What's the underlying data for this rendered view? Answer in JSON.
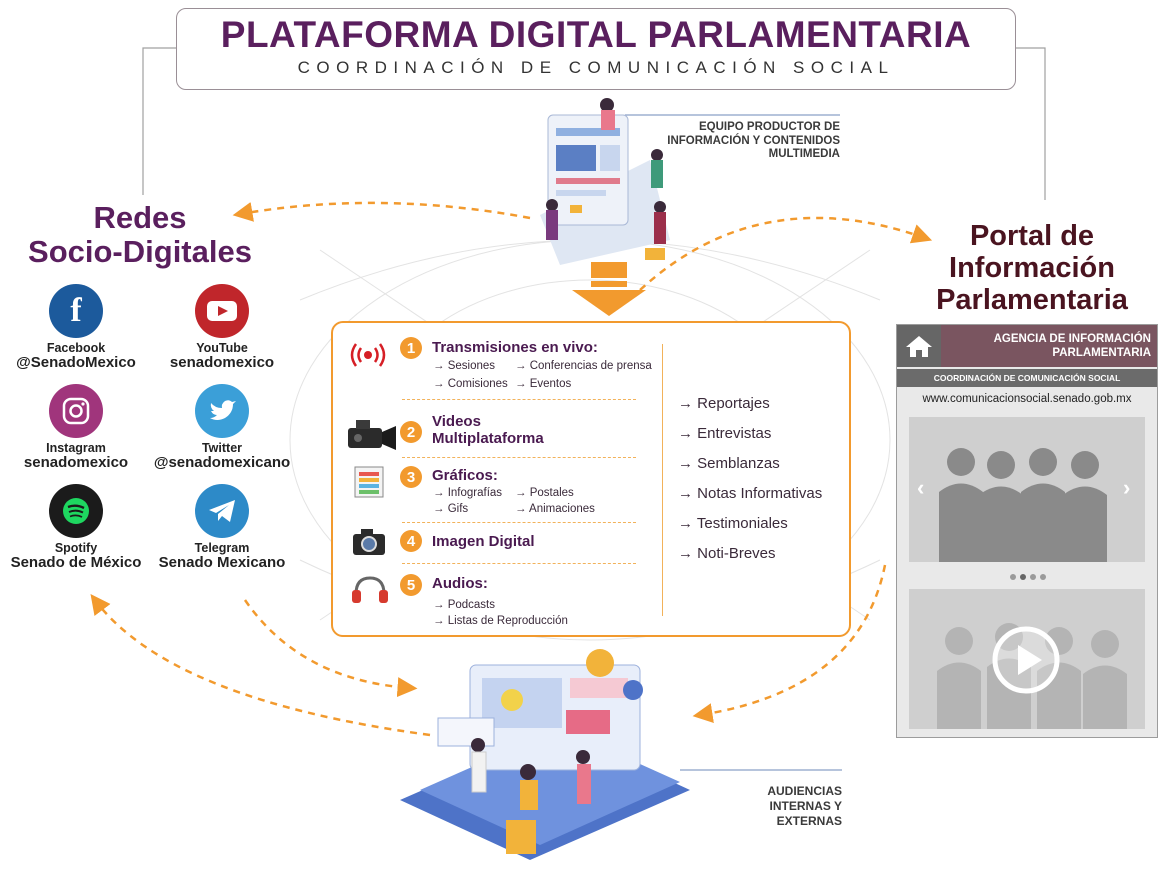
{
  "header": {
    "title": "PLATAFORMA DIGITAL PARLAMENTARIA",
    "subtitle": "COORDINACIÓN DE COMUNICACIÓN SOCIAL"
  },
  "team_caption": [
    "EQUIPO PRODUCTOR DE",
    "INFORMACIÓN Y CONTENIDOS",
    "MULTIMEDIA"
  ],
  "social": {
    "title_line1": "Redes",
    "title_line2": "Socio-Digitales",
    "networks": [
      {
        "name": "Facebook",
        "handle": "@SenadoMexico",
        "color": "#1c5a9c",
        "icon": "facebook-icon"
      },
      {
        "name": "YouTube",
        "handle": "senadomexico",
        "color": "#c0262b",
        "icon": "youtube-icon"
      },
      {
        "name": "Instagram",
        "handle": "senadomexico",
        "color": "#a0357c",
        "icon": "instagram-icon"
      },
      {
        "name": "Twitter",
        "handle": "@senadomexicano",
        "color": "#3b9fd8",
        "icon": "twitter-icon"
      },
      {
        "name": "Spotify",
        "handle": "Senado de México",
        "color": "#1b1b1b",
        "icon": "spotify-icon"
      },
      {
        "name": "Telegram",
        "handle": "Senado Mexicano",
        "color": "#2d8ac8",
        "icon": "telegram-icon"
      }
    ]
  },
  "portal": {
    "title_line1": "Portal de",
    "title_line2": "Información",
    "title_line3": "Parlamentaria",
    "agency_line1": "AGENCIA DE INFORMACIÓN",
    "agency_line2": "PARLAMENTARIA",
    "coordination": "COORDINACIÓN DE COMUNICACIÓN SOCIAL",
    "url": "www.comunicacionsocial.senado.gob.mx"
  },
  "content": {
    "categories": [
      {
        "num": "1",
        "title": "Transmisiones en vivo:",
        "subs": [
          "→ Sesiones",
          "→ Conferencias de prensa",
          "→ Comisiones",
          "→ Eventos"
        ],
        "icon": "live-broadcast-icon"
      },
      {
        "num": "2",
        "title_line1": "Videos",
        "title_line2": "Multiplataforma",
        "icon": "video-camera-icon"
      },
      {
        "num": "3",
        "title": "Gráficos:",
        "subs": [
          "→ Infografías",
          "→ Postales",
          "→ Gifs",
          "→ Animaciones"
        ],
        "icon": "graphics-icon"
      },
      {
        "num": "4",
        "title": "Imagen Digital",
        "icon": "photo-camera-icon"
      },
      {
        "num": "5",
        "title": "Audios:",
        "subs": [
          "→ Podcasts",
          "→ Listas de Reproducción"
        ],
        "icon": "headphones-icon"
      }
    ],
    "formats": [
      "→ Reportajes",
      "→ Entrevistas",
      "→ Semblanzas",
      "→ Notas Informativas",
      "→ Testimoniales",
      "→ Noti-Breves"
    ]
  },
  "audience_caption": [
    "AUDIENCIAS",
    "INTERNAS Y",
    "EXTERNAS"
  ],
  "colors": {
    "accent_orange": "#f29a2e",
    "brand_purple": "#5a1f5e",
    "portal_maroon": "#4a1420"
  }
}
